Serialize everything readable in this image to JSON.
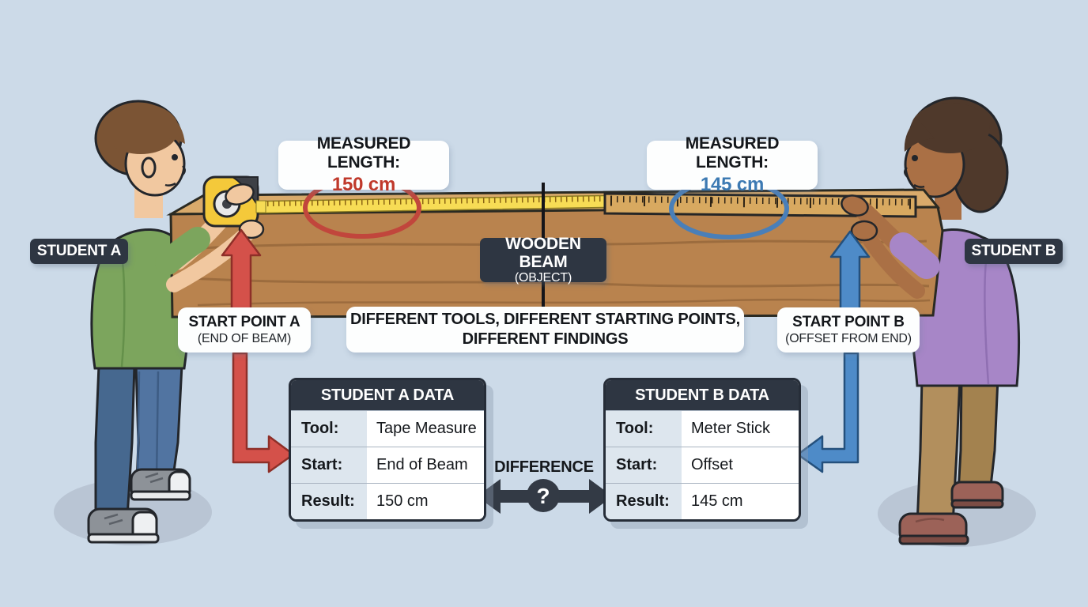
{
  "scene": {
    "colors": {
      "background": "#ccdae8",
      "accent_red": "#c0392b",
      "accent_blue": "#3d7ab3",
      "dark_label_bg": "#2e3642",
      "beam_front": "#b9834e",
      "beam_top": "#d9aa6b",
      "tape_yellow": "#f7dc55",
      "meter_stick": "#d8a960",
      "shirt_a_green": "#7ca55d",
      "shirt_b_purple": "#a786c7"
    }
  },
  "students": {
    "a": {
      "label": "STUDENT A",
      "measured": {
        "title": "MEASURED LENGTH:",
        "value": "150 cm"
      },
      "start_point": {
        "line1": "START POINT A",
        "line2": "(END OF BEAM)"
      },
      "table": {
        "title": "STUDENT A DATA",
        "rows": [
          {
            "label": "Tool:",
            "value": "Tape Measure"
          },
          {
            "label": "Start:",
            "value": "End of Beam"
          },
          {
            "label": "Result:",
            "value": "150 cm"
          }
        ]
      }
    },
    "b": {
      "label": "STUDENT B",
      "measured": {
        "title": "MEASURED LENGTH:",
        "value": "145 cm"
      },
      "start_point": {
        "line1": "START POINT B",
        "line2": "(OFFSET FROM END)"
      },
      "table": {
        "title": "STUDENT B DATA",
        "rows": [
          {
            "label": "Tool:",
            "value": "Meter Stick"
          },
          {
            "label": "Start:",
            "value": "Offset"
          },
          {
            "label": "Result:",
            "value": "145 cm"
          }
        ]
      }
    }
  },
  "beam_label": {
    "line1": "WOODEN BEAM",
    "line2": "(OBJECT)"
  },
  "caption": {
    "line1": "DIFFERENT TOOLS, DIFFERENT STARTING POINTS,",
    "line2": "DIFFERENT FINDINGS"
  },
  "difference": {
    "label": "DIFFERENCE",
    "symbol": "?"
  }
}
